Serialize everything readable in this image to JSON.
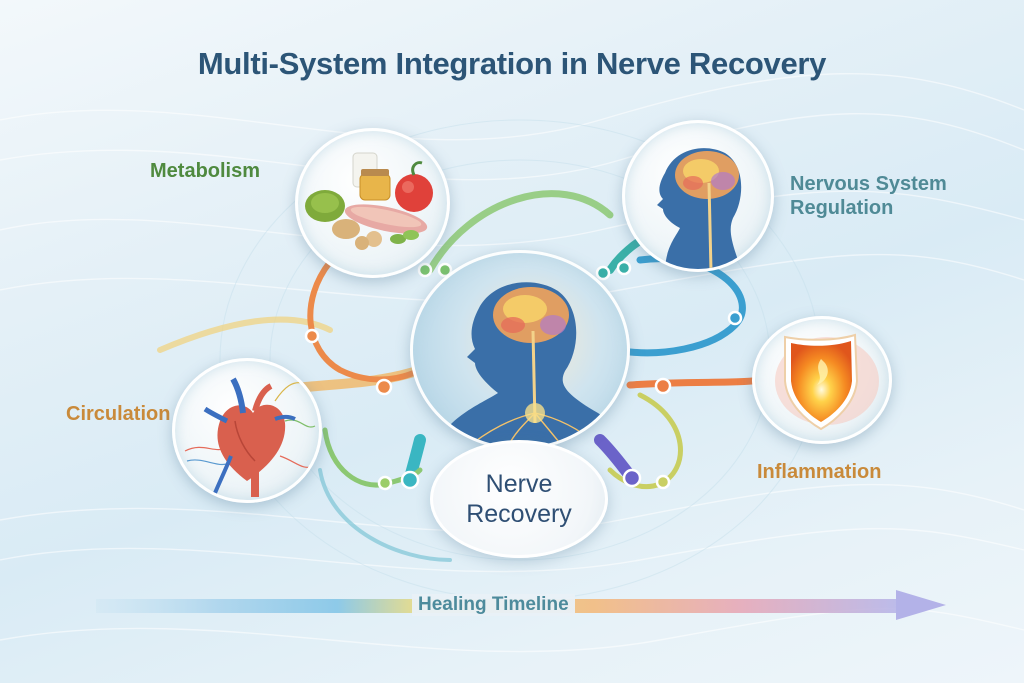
{
  "title": "Multi-System Integration in Nerve Recovery",
  "center": {
    "label_line1": "Nerve",
    "label_line2": "Recovery",
    "icon": "human-head-brain-nerves-icon"
  },
  "systems": [
    {
      "id": "metabolism",
      "label": "Metabolism",
      "icon": "food-nutrition-icon",
      "color": "#4f8a3f"
    },
    {
      "id": "nervous",
      "label_line1": "Nervous System",
      "label_line2": "Regulation",
      "icon": "head-brain-icon",
      "color": "#4f8a96"
    },
    {
      "id": "circulation",
      "label": "Circulation",
      "icon": "heart-icon",
      "color": "#c98a3a"
    },
    {
      "id": "inflammation",
      "label": "Inflammation",
      "icon": "flame-shield-icon",
      "color": "#c98a3a"
    }
  ],
  "timeline": {
    "label": "Healing Timeline",
    "gradient": [
      "#9fcde8",
      "#7fc3e6",
      "#e9d97a",
      "#f3b777",
      "#e6a4b4",
      "#b3b2e8"
    ]
  },
  "connector_colors": {
    "green": "#6dbb6b",
    "orange": "#ec8a4a",
    "teal": "#3ab0c4",
    "blue": "#3c96cf",
    "purple": "#6b63c9",
    "yellow": "#d9c85a"
  }
}
